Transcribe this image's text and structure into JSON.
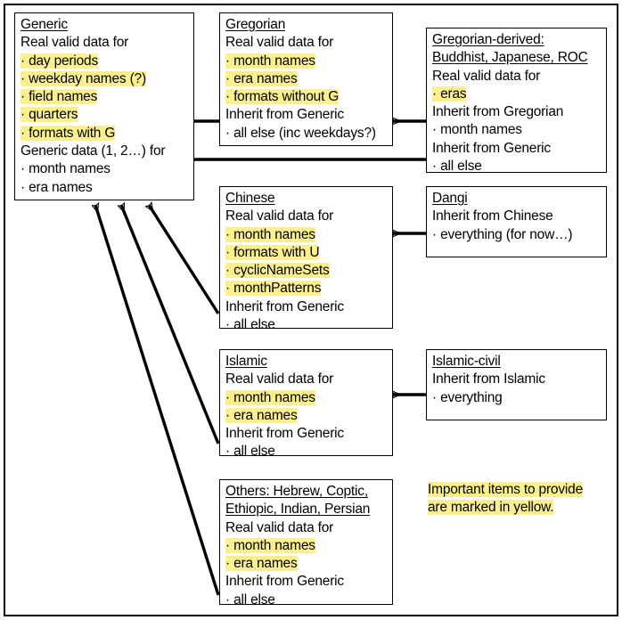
{
  "diagram": {
    "legend": {
      "name": "legend-note",
      "lines": [
        "Important items to provide",
        "are marked in yellow."
      ]
    },
    "highlight_color": "#fbf08d",
    "line_color": "#000000",
    "background": "#ffffff",
    "nodes": [
      {
        "id": "generic",
        "title": "Generic",
        "lines": [
          {
            "text": "Generic",
            "style": "title"
          },
          {
            "text": "Real valid data for",
            "style": "plain"
          },
          {
            "text": "day periods",
            "style": "bullet-highlight"
          },
          {
            "text": "weekday names (?)",
            "style": "bullet-highlight"
          },
          {
            "text": "field names",
            "style": "bullet-highlight"
          },
          {
            "text": "quarters",
            "style": "bullet-highlight"
          },
          {
            "text": "formats with G",
            "style": "bullet-highlight"
          },
          {
            "text": "Generic data (1, 2…) for",
            "style": "plain"
          },
          {
            "text": "month names",
            "style": "bullet"
          },
          {
            "text": "era names",
            "style": "bullet"
          }
        ]
      },
      {
        "id": "gregorian",
        "title": "Gregorian",
        "lines": [
          {
            "text": "Gregorian",
            "style": "title"
          },
          {
            "text": "Real valid data for",
            "style": "plain"
          },
          {
            "text": "month names",
            "style": "bullet-highlight"
          },
          {
            "text": "era names",
            "style": "bullet-highlight"
          },
          {
            "text": "formats without G",
            "style": "bullet-highlight"
          },
          {
            "text": "Inherit from Generic",
            "style": "plain"
          },
          {
            "text": "all else (inc weekdays?)",
            "style": "bullet"
          }
        ]
      },
      {
        "id": "gregorian-derived",
        "title": "Gregorian-derived: Buddhist, Japanese, ROC",
        "lines": [
          {
            "text": "Gregorian-derived:",
            "style": "title"
          },
          {
            "text": "Buddhist, Japanese, ROC",
            "style": "title"
          },
          {
            "text": "Real valid data for",
            "style": "plain"
          },
          {
            "text": "eras",
            "style": "bullet-highlight"
          },
          {
            "text": "Inherit from Gregorian",
            "style": "plain"
          },
          {
            "text": "month names",
            "style": "bullet"
          },
          {
            "text": "Inherit from Generic",
            "style": "plain"
          },
          {
            "text": "all else",
            "style": "bullet"
          }
        ]
      },
      {
        "id": "chinese",
        "title": "Chinese",
        "lines": [
          {
            "text": "Chinese",
            "style": "title"
          },
          {
            "text": "Real valid data for",
            "style": "plain"
          },
          {
            "text": "month names",
            "style": "bullet-highlight"
          },
          {
            "text": "formats with U",
            "style": "bullet-highlight"
          },
          {
            "text": "cyclicNameSets",
            "style": "bullet-highlight"
          },
          {
            "text": "monthPatterns",
            "style": "bullet-highlight"
          },
          {
            "text": "Inherit from Generic",
            "style": "plain"
          },
          {
            "text": "all else",
            "style": "bullet"
          }
        ]
      },
      {
        "id": "dangi",
        "title": "Dangi",
        "lines": [
          {
            "text": "Dangi",
            "style": "title"
          },
          {
            "text": "Inherit from Chinese",
            "style": "plain"
          },
          {
            "text": "everything (for now…)",
            "style": "bullet"
          }
        ]
      },
      {
        "id": "islamic",
        "title": "Islamic",
        "lines": [
          {
            "text": "Islamic",
            "style": "title"
          },
          {
            "text": "Real valid data for",
            "style": "plain"
          },
          {
            "text": "month names",
            "style": "bullet-highlight"
          },
          {
            "text": "era names",
            "style": "bullet-highlight"
          },
          {
            "text": "Inherit from Generic",
            "style": "plain"
          },
          {
            "text": "all else",
            "style": "bullet"
          }
        ]
      },
      {
        "id": "islamic-civil",
        "title": "Islamic-civil",
        "lines": [
          {
            "text": "Islamic-civil",
            "style": "title"
          },
          {
            "text": "Inherit from Islamic",
            "style": "plain"
          },
          {
            "text": "everything",
            "style": "bullet"
          }
        ]
      },
      {
        "id": "others",
        "title": "Others: Hebrew, Coptic, Ethiopic, Indian, Persian",
        "lines": [
          {
            "text": "Others: Hebrew, Coptic,",
            "style": "title"
          },
          {
            "text": "Ethiopic, Indian, Persian",
            "style": "title"
          },
          {
            "text": "Real valid data for",
            "style": "plain"
          },
          {
            "text": "month names",
            "style": "bullet-highlight"
          },
          {
            "text": "era names",
            "style": "bullet-highlight"
          },
          {
            "text": "Inherit from Generic",
            "style": "plain"
          },
          {
            "text": "all else",
            "style": "bullet"
          }
        ]
      }
    ],
    "edges": [
      {
        "id": "gregorian-to-generic",
        "from": "gregorian",
        "to": "generic"
      },
      {
        "id": "gregorian-derived-to-gregorian",
        "from": "gregorian-derived",
        "to": "gregorian"
      },
      {
        "id": "gregorian-derived-to-generic",
        "from": "gregorian-derived",
        "to": "generic"
      },
      {
        "id": "dangi-to-chinese",
        "from": "dangi",
        "to": "chinese"
      },
      {
        "id": "chinese-to-generic",
        "from": "chinese",
        "to": "generic"
      },
      {
        "id": "islamic-civil-to-islamic",
        "from": "islamic-civil",
        "to": "islamic"
      },
      {
        "id": "islamic-to-generic",
        "from": "islamic",
        "to": "generic"
      },
      {
        "id": "others-to-generic",
        "from": "others",
        "to": "generic"
      }
    ]
  }
}
